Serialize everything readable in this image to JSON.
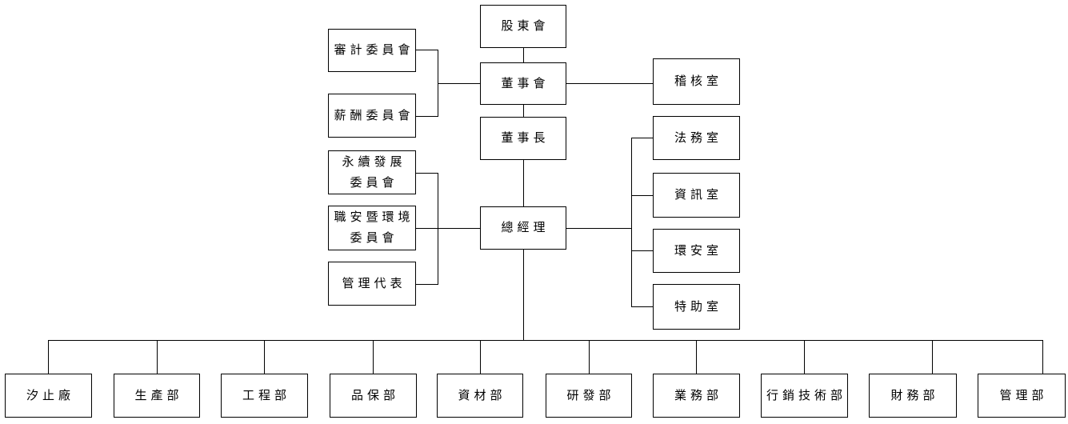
{
  "page": {
    "background_color": "#ffffff",
    "line_color": "#000000",
    "text_color": "#000000"
  },
  "org_chart": {
    "type": "org-chart",
    "hierarchy": {
      "shareholders_meeting": "股東會",
      "board_of_directors": "董事會",
      "chairman": "董事長",
      "general_manager": "總經理"
    },
    "board_committees": [
      {
        "label": "審計委員會"
      },
      {
        "label": "薪酬委員會"
      }
    ],
    "board_office": {
      "label": "稽核室"
    },
    "gm_committees": [
      {
        "label": "永續發展\n委員會"
      },
      {
        "label": "職安暨環境\n委員會"
      },
      {
        "label": "管理代表"
      }
    ],
    "gm_offices": [
      {
        "label": "法務室"
      },
      {
        "label": "資訊室"
      },
      {
        "label": "環安室"
      },
      {
        "label": "特助室"
      }
    ],
    "departments": [
      {
        "label": "汐止廠"
      },
      {
        "label": "生產部"
      },
      {
        "label": "工程部"
      },
      {
        "label": "品保部"
      },
      {
        "label": "資材部"
      },
      {
        "label": "研發部"
      },
      {
        "label": "業務部"
      },
      {
        "label": "行銷技術部"
      },
      {
        "label": "財務部"
      },
      {
        "label": "管理部"
      }
    ]
  }
}
